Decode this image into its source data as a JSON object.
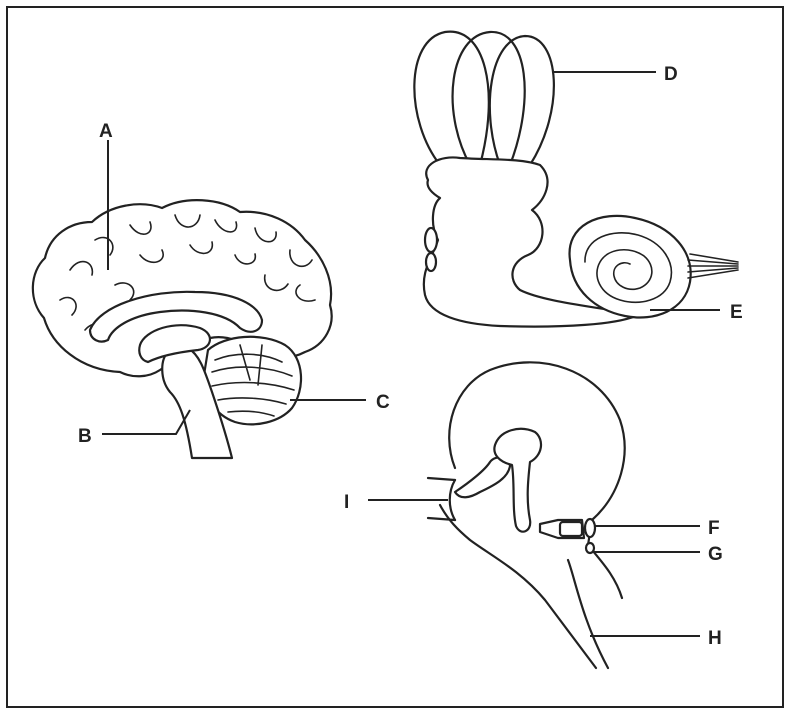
{
  "labels": {
    "A": "A",
    "B": "B",
    "C": "C",
    "D": "D",
    "E": "E",
    "F": "F",
    "G": "G",
    "H": "H",
    "I": "I"
  },
  "colors": {
    "ink": "#222222",
    "background": "#ffffff"
  }
}
